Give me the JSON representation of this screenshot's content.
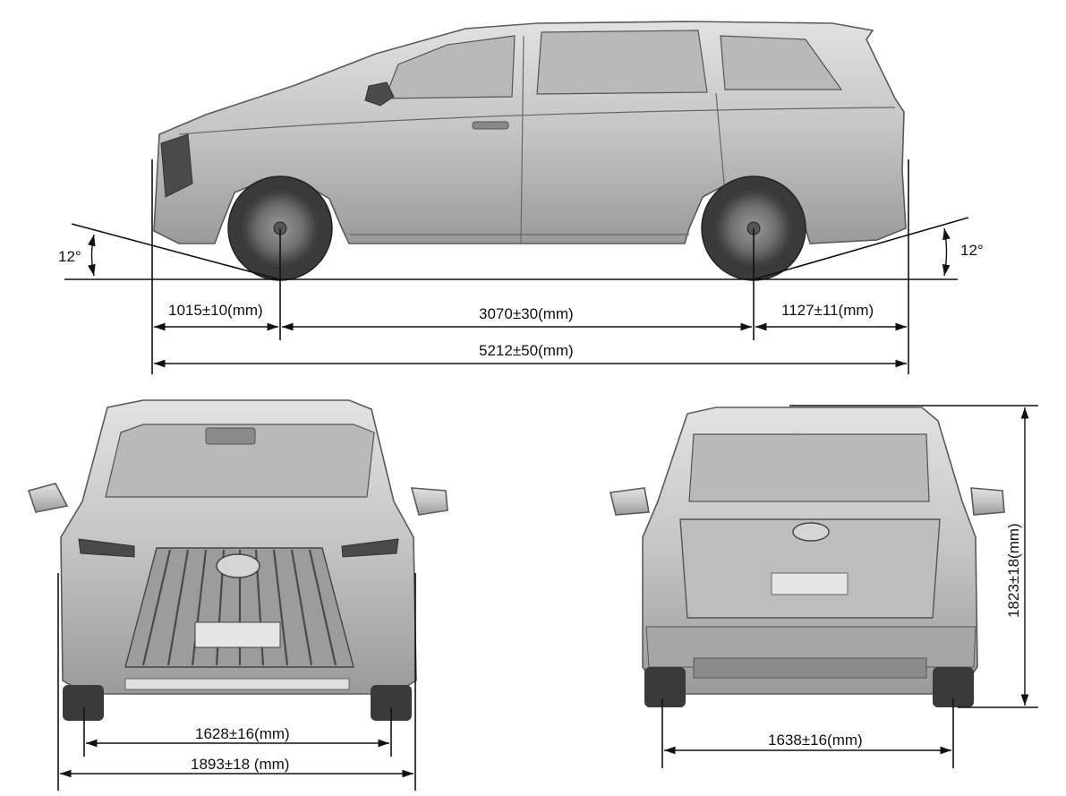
{
  "colors": {
    "ink": "#111111",
    "body": "#c8c8c8",
    "body_dark": "#7a7a7a",
    "tire": "#3a3a3a"
  },
  "side_view": {
    "approach_angle": "12°",
    "departure_angle": "12°",
    "front_overhang": "1015±10(mm)",
    "wheelbase": "3070±30(mm)",
    "rear_overhang": "1127±11(mm)",
    "overall_length": "5212±50(mm)"
  },
  "front_view": {
    "front_track": "1628±16(mm)",
    "overall_width": "1893±18 (mm)"
  },
  "rear_view": {
    "rear_track": "1638±16(mm)",
    "overall_height": "1823±18(mm)"
  }
}
